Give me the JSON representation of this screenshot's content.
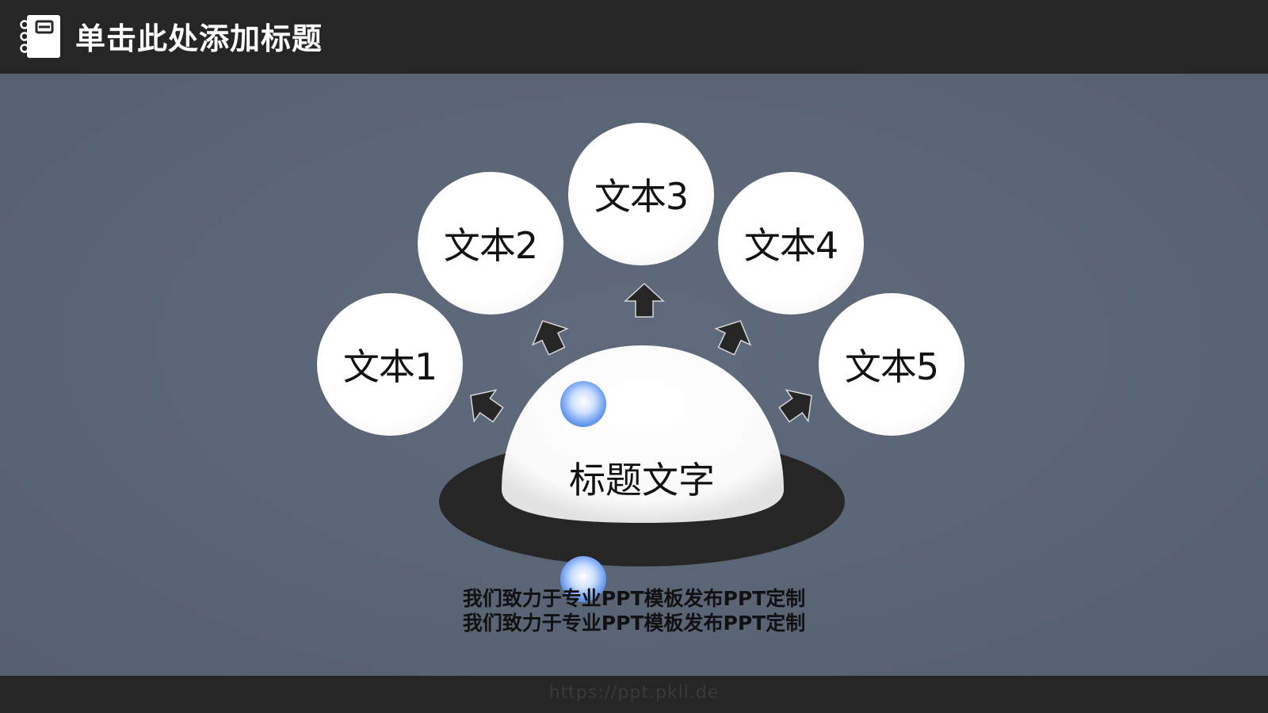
{
  "header": {
    "title": "单击此处添加标题",
    "icon": "notebook-icon"
  },
  "diagram": {
    "center": "标题文字",
    "nodes": [
      "文本1",
      "文本2",
      "文本3",
      "文本4",
      "文本5"
    ]
  },
  "description": {
    "line1": "我们致力于专业PPT模板发布PPT定制",
    "line2": "我们致力于专业PPT模板发布PPT定制"
  },
  "footer": {
    "url": "https://ppt.pkll.de"
  },
  "colors": {
    "bar": "#262626",
    "background": "#5b6678",
    "node": "#ffffff",
    "arrow": "#262626",
    "orb": "#7fa8f0"
  }
}
